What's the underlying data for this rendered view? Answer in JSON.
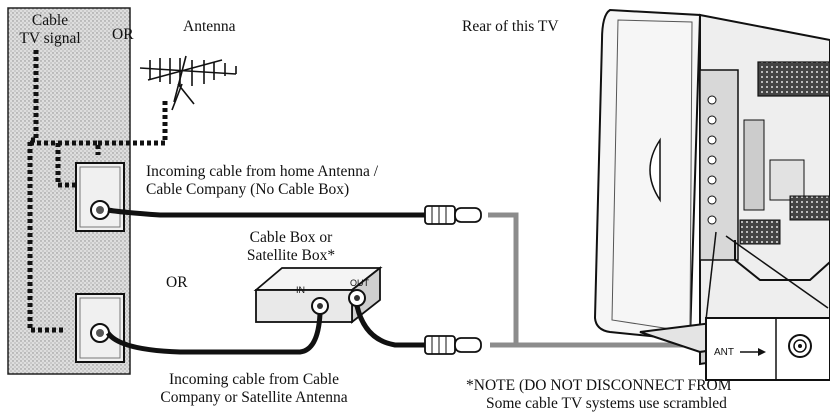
{
  "labels": {
    "cable_signal": [
      "Cable",
      "TV signal"
    ],
    "or_top": "OR",
    "antenna": "Antenna",
    "rear_tv": "Rear of this TV",
    "incoming_home": [
      "Incoming cable from home Antenna /",
      "Cable Company (No Cable Box)"
    ],
    "cable_box": [
      "Cable Box or",
      "Satellite Box*"
    ],
    "or_mid": "OR",
    "incoming_cable": [
      "Incoming cable from Cable",
      "Company or Satellite Antenna"
    ],
    "note": [
      "*NOTE (DO NOT DISCONNECT FROM",
      "Some cable TV systems use scrambled"
    ],
    "box_in": "IN",
    "box_out": "OUT",
    "ant_port": "ANT"
  }
}
